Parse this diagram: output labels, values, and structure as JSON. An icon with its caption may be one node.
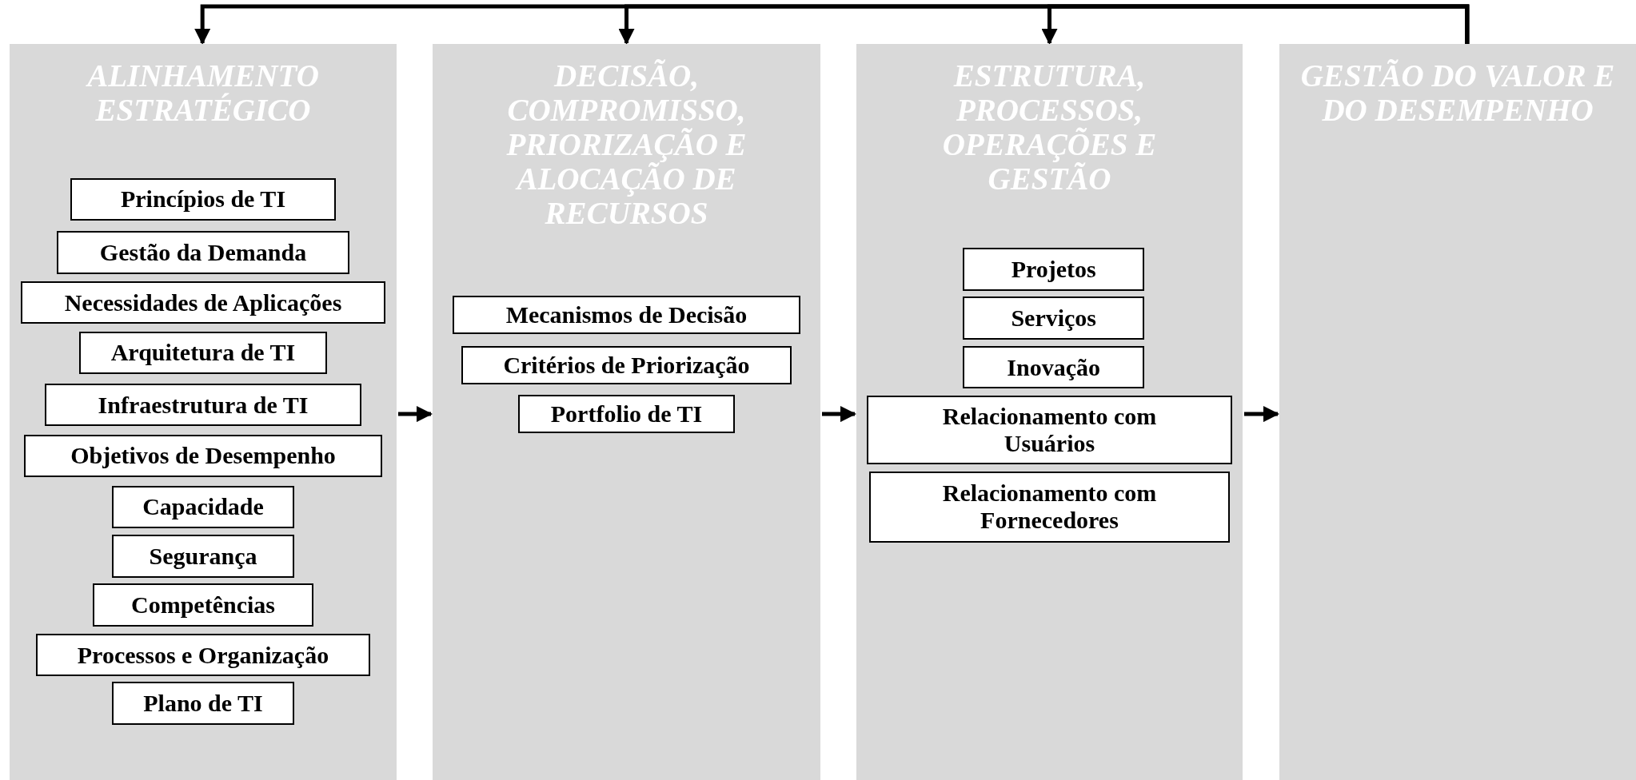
{
  "diagram": {
    "nodes": [
      {
        "text": [
          "ALINHAMENTO ESTRATÉGICO"
        ]
      },
      {
        "text": [
          "Princípios de TI"
        ],
        "in": 0
      },
      {
        "text": [
          "Gestão da Demanda"
        ],
        "in": 0
      },
      {
        "text": [
          "Necessidades de Aplicações"
        ],
        "in": 0
      },
      {
        "text": [
          "Arquitetura de TI"
        ],
        "in": 0
      },
      {
        "text": [
          "Infraestrutura de TI"
        ],
        "in": 0
      },
      {
        "text": [
          "Objetivos de Desempenho"
        ],
        "in": 0
      },
      {
        "text": [
          "Capacidade"
        ],
        "in": 0
      },
      {
        "text": [
          "Segurança"
        ],
        "in": 0
      },
      {
        "text": [
          "Competências"
        ],
        "in": 0
      },
      {
        "text": [
          "Processos e Organização"
        ],
        "in": 0
      },
      {
        "text": [
          "Plano de TI"
        ],
        "in": 0
      },
      {
        "text": [
          "DECISÃO, COMPROMISSO, PRIORIZAÇÃO E ALOCAÇÃO DE RECURSOS"
        ]
      },
      {
        "text": [
          "Mecanismos de Decisão"
        ],
        "in": 12
      },
      {
        "text": [
          "Critérios de Priorização"
        ],
        "in": 12
      },
      {
        "text": [
          "Portfolio de TI"
        ],
        "in": 12
      },
      {
        "text": [
          "ESTRUTURA, PROCESSOS, OPERAÇÕES E GESTÃO"
        ]
      },
      {
        "text": [
          "Projetos"
        ],
        "in": 16
      },
      {
        "text": [
          "Serviços"
        ],
        "in": 16
      },
      {
        "text": [
          "Inovação"
        ],
        "in": 16
      },
      {
        "text": [
          "Relacionamento com Usuários"
        ],
        "in": 16
      },
      {
        "text": [
          "Relacionamento com Fornecedores"
        ],
        "in": 16
      },
      {
        "text": [
          "GESTÃO DO VALOR E DO DESEMPENHO"
        ]
      }
    ],
    "edges": [
      {
        "from": 0,
        "to": 12,
        "arrow": "to"
      },
      {
        "from": 12,
        "to": 16,
        "arrow": "to"
      },
      {
        "from": 16,
        "to": 22,
        "arrow": "to"
      },
      {
        "from": 22,
        "to": 0,
        "arrow": "to"
      },
      {
        "from": 22,
        "to": 12,
        "arrow": "to"
      },
      {
        "from": 22,
        "to": 16,
        "arrow": "to"
      }
    ]
  }
}
